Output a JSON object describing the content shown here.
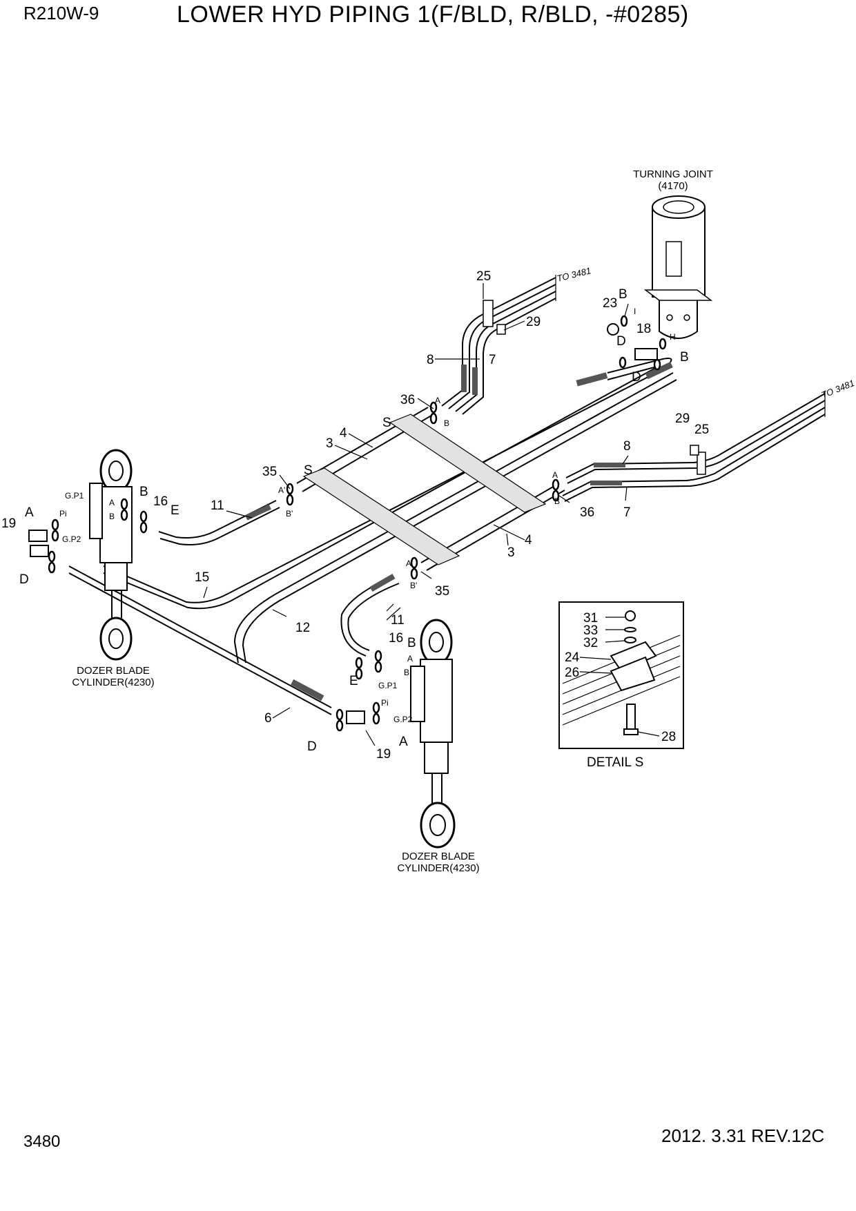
{
  "header": {
    "model": "R210W-9",
    "title": "LOWER HYD PIPING 1(F/BLD, R/BLD, -#0285)"
  },
  "footer": {
    "page_number": "3480",
    "date_revision": "2012. 3.31  REV.12C"
  },
  "components": {
    "turning_joint": [
      "TURNING JOINT",
      "(4170)"
    ],
    "dozer_cylinder_left": [
      "DOZER BLADE",
      "CYLINDER(4230)"
    ],
    "dozer_cylinder_right": [
      "DOZER BLADE",
      "CYLINDER(4230)"
    ],
    "ref_upper": "TO 3481",
    "ref_right": "TO 3481"
  },
  "detail": {
    "caption": "DETAIL S",
    "callouts": [
      "31",
      "33",
      "32",
      "24",
      "26",
      "28"
    ]
  },
  "callouts": {
    "upper_clamp_25": "25",
    "upper_bolt_29": "29",
    "tj_plug_23": "23",
    "tj_port_B": "B",
    "tj_port_I": "I",
    "tj_fitting_18": "18",
    "tj_port_H": "H",
    "tj_port_D1": "D",
    "tj_port_B2": "B",
    "tj_port_D2": "D",
    "hose_8_upper": "8",
    "hose_7_upper": "7",
    "seal_36_upper": "36",
    "port_A_upper": "A",
    "port_B_upper": "B",
    "section_S_upper": "S",
    "section_S_lower": "S",
    "tube_4_upper": "4",
    "tube_3_upper": "3",
    "seal_35_upper": "35",
    "port_A_prime_upper": "A'",
    "port_B_prime_upper": "B'",
    "hose_11_left": "11",
    "left_port_B": "B",
    "left_seal_16": "16",
    "left_port_E": "E",
    "left_gp1": "G.P1",
    "left_portA_small": "A",
    "left_pi": "Pi",
    "left_portB_small": "B",
    "left_gp2": "G.P2",
    "left_port_A": "A",
    "left_elbow_19": "19",
    "left_port_D": "D",
    "tube_15": "15",
    "tube_12": "12",
    "right_bolt_29": "29",
    "right_clamp_25": "25",
    "hose_8_right": "8",
    "hose_7_right": "7",
    "port_A_right": "A",
    "port_B_right": "B",
    "seal_36_right": "36",
    "tube_4_right": "4",
    "tube_3_right": "3",
    "port_A_prime_lower": "A'",
    "port_B_prime_lower": "B'",
    "seal_35_lower": "35",
    "hose_11_lower": "11",
    "lower_seal_16": "16",
    "lower_port_B": "B",
    "lower_portA_small": "A",
    "lower_portB_small": "B",
    "lower_port_E": "E",
    "lower_gp1": "G.P1",
    "lower_pi": "Pi",
    "lower_gp2": "G.P2",
    "hose_6": "6",
    "lower_port_D": "D",
    "lower_elbow_19": "19",
    "lower_port_A": "A"
  }
}
